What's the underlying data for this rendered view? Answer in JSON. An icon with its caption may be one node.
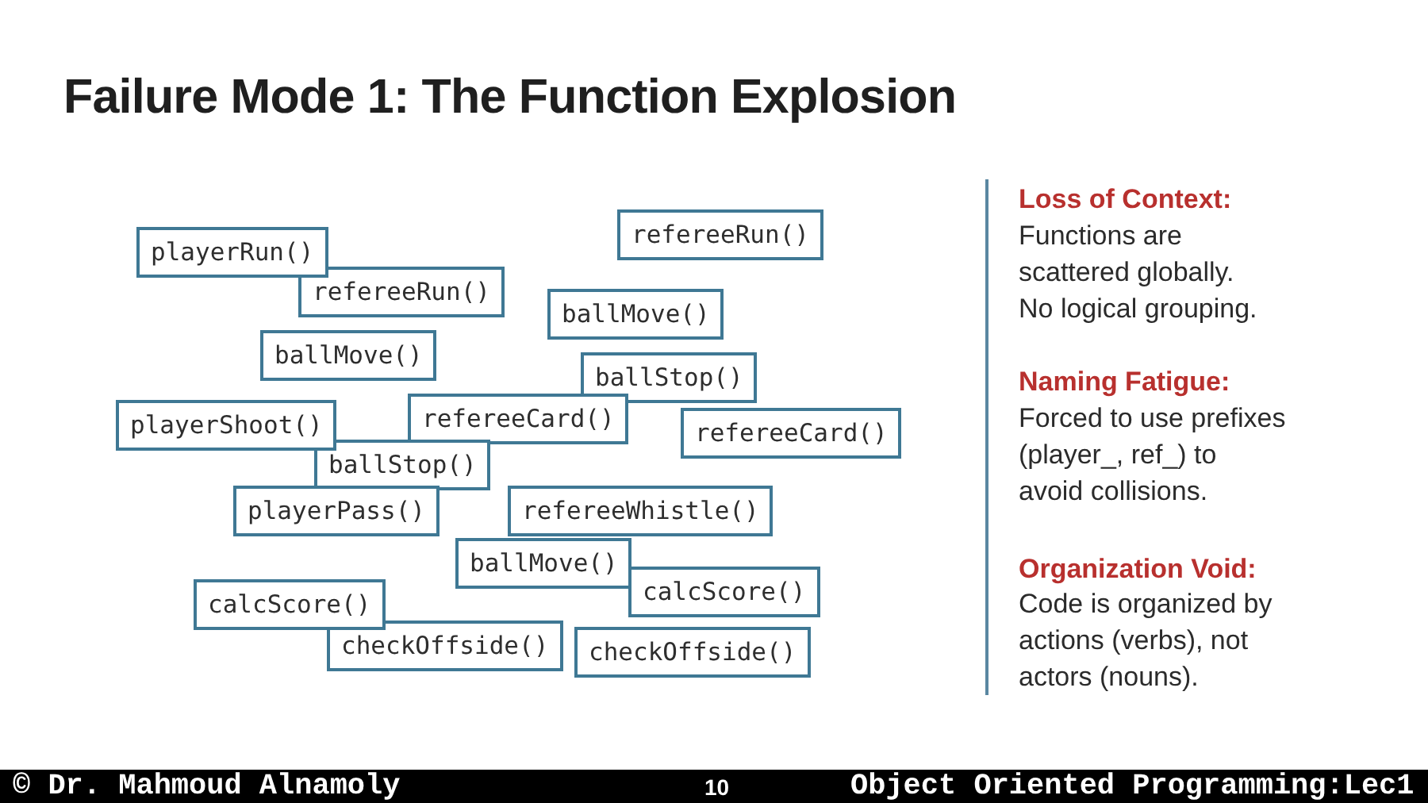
{
  "diagram": {
    "title": "Failure Mode 1: The Function Explosion",
    "nodes": [
      {
        "text": [
          "playerRun()"
        ]
      },
      {
        "text": [
          "refereeRun()"
        ]
      },
      {
        "text": [
          "refereeRun()"
        ]
      },
      {
        "text": [
          "ballMove()"
        ]
      },
      {
        "text": [
          "ballMove()"
        ]
      },
      {
        "text": [
          "ballStop()"
        ]
      },
      {
        "text": [
          "playerShoot()"
        ]
      },
      {
        "text": [
          "refereeCard()"
        ]
      },
      {
        "text": [
          "refereeCard()"
        ]
      },
      {
        "text": [
          "ballStop()"
        ]
      },
      {
        "text": [
          "playerPass()"
        ]
      },
      {
        "text": [
          "refereeWhistle()"
        ]
      },
      {
        "text": [
          "ballMove()"
        ]
      },
      {
        "text": [
          "calcScore()"
        ]
      },
      {
        "text": [
          "calcScore()"
        ]
      },
      {
        "text": [
          "checkOffside()"
        ]
      },
      {
        "text": [
          "checkOffside()"
        ]
      }
    ],
    "labels": [
      "Loss of Context:",
      "Functions are scattered globally.",
      "No logical grouping.",
      "Naming Fatigue:",
      "Forced to use prefixes (player_, ref_) to avoid collisions.",
      "Organization Void:",
      "Code is organized by actions (verbs), not actors (nouns).",
      "© Dr. Mahmoud Alnamoly",
      "10",
      "Object Oriented Programming:Lec1"
    ]
  }
}
